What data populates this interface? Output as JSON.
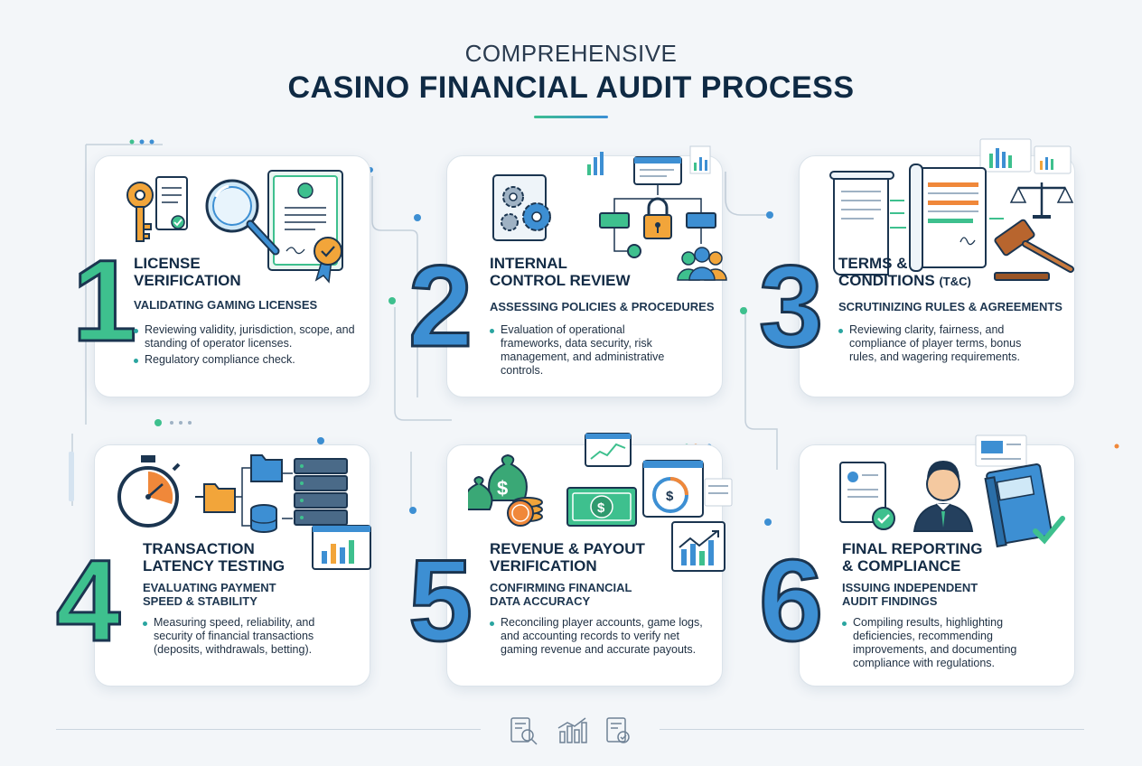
{
  "header": {
    "eyebrow": "COMPREHENSIVE",
    "title": "CASINO FINANCIAL AUDIT PROCESS"
  },
  "colors": {
    "teal": "#3ec08e",
    "blue": "#3d8fd3",
    "navy": "#132b45",
    "orange": "#f0883a"
  },
  "steps": [
    {
      "number": "1",
      "title": "LICENSE VERIFICATION",
      "title_lines": [
        "LICENSE",
        "VERIFICATION"
      ],
      "subtitle": "VALIDATING GAMING LICENSES",
      "bullets": [
        "Reviewing validity, jurisdiction, scope, and standing of operator licenses.",
        "Regulatory compliance check."
      ],
      "icons": [
        "key-icon",
        "document-icon",
        "magnifier-icon",
        "certificate-icon"
      ]
    },
    {
      "number": "2",
      "title": "INTERNAL CONTROL REVIEW",
      "title_lines": [
        "INTERNAL",
        "CONTROL REVIEW"
      ],
      "subtitle": "ASSESSING POLICIES & PROCEDURES",
      "bullets": [
        "Evaluation of operational frameworks, data security, risk management, and administrative controls."
      ],
      "icons": [
        "gears-icon",
        "flowchart-icon",
        "lock-icon",
        "users-icon"
      ]
    },
    {
      "number": "3",
      "title": "TERMS & CONDITIONS (T&C)",
      "title_lines": [
        "TERMS &",
        "CONDITIONS"
      ],
      "title_suffix": "(T&C)",
      "subtitle": "SCRUTINIZING RULES & AGREEMENTS",
      "bullets": [
        "Reviewing clarity, fairness, and compliance of player terms, bonus rules, and wagering requirements."
      ],
      "icons": [
        "scroll-icon",
        "scales-icon",
        "gavel-icon"
      ]
    },
    {
      "number": "4",
      "title": "TRANSACTION LATENCY TESTING",
      "title_lines": [
        "TRANSACTION",
        "LATENCY TESTING"
      ],
      "subtitle": "EVALUATING PAYMENT SPEED & STABILITY",
      "subtitle_lines": [
        "EVALUATING PAYMENT",
        "SPEED & STABILITY"
      ],
      "bullets": [
        "Measuring speed, reliability, and security of financial transactions (deposits, withdrawals, betting)."
      ],
      "icons": [
        "stopwatch-icon",
        "folder-icon",
        "database-icon",
        "server-icon",
        "chart-icon"
      ]
    },
    {
      "number": "5",
      "title": "REVENUE & PAYOUT VERIFICATION",
      "title_lines": [
        "REVENUE & PAYOUT",
        "VERIFICATION"
      ],
      "subtitle": "CONFIRMING FINANCIAL DATA ACCURACY",
      "subtitle_lines": [
        "CONFIRMING FINANCIAL",
        "DATA ACCURACY"
      ],
      "bullets": [
        "Reconciling player accounts, game logs, and accounting records to verify net gaming revenue and accurate payouts."
      ],
      "icons": [
        "money-bags-icon",
        "banknote-icon",
        "coin-icon",
        "trend-chart-icon"
      ]
    },
    {
      "number": "6",
      "title": "FINAL REPORTING & COMPLIANCE",
      "title_lines": [
        "FINAL REPORTING",
        "& COMPLIANCE"
      ],
      "subtitle": "ISSUING INDEPENDENT AUDIT FINDINGS",
      "subtitle_lines": [
        "ISSUING INDEPENDENT",
        "AUDIT FINDINGS"
      ],
      "bullets": [
        "Compiling results, highlighting deficiencies, recommending improvements, and documenting compliance with regulations."
      ],
      "icons": [
        "report-icon",
        "auditor-icon",
        "binder-icon",
        "check-icon"
      ]
    }
  ],
  "footer_icons": [
    "search-document-icon",
    "bar-chart-icon",
    "checklist-icon"
  ]
}
